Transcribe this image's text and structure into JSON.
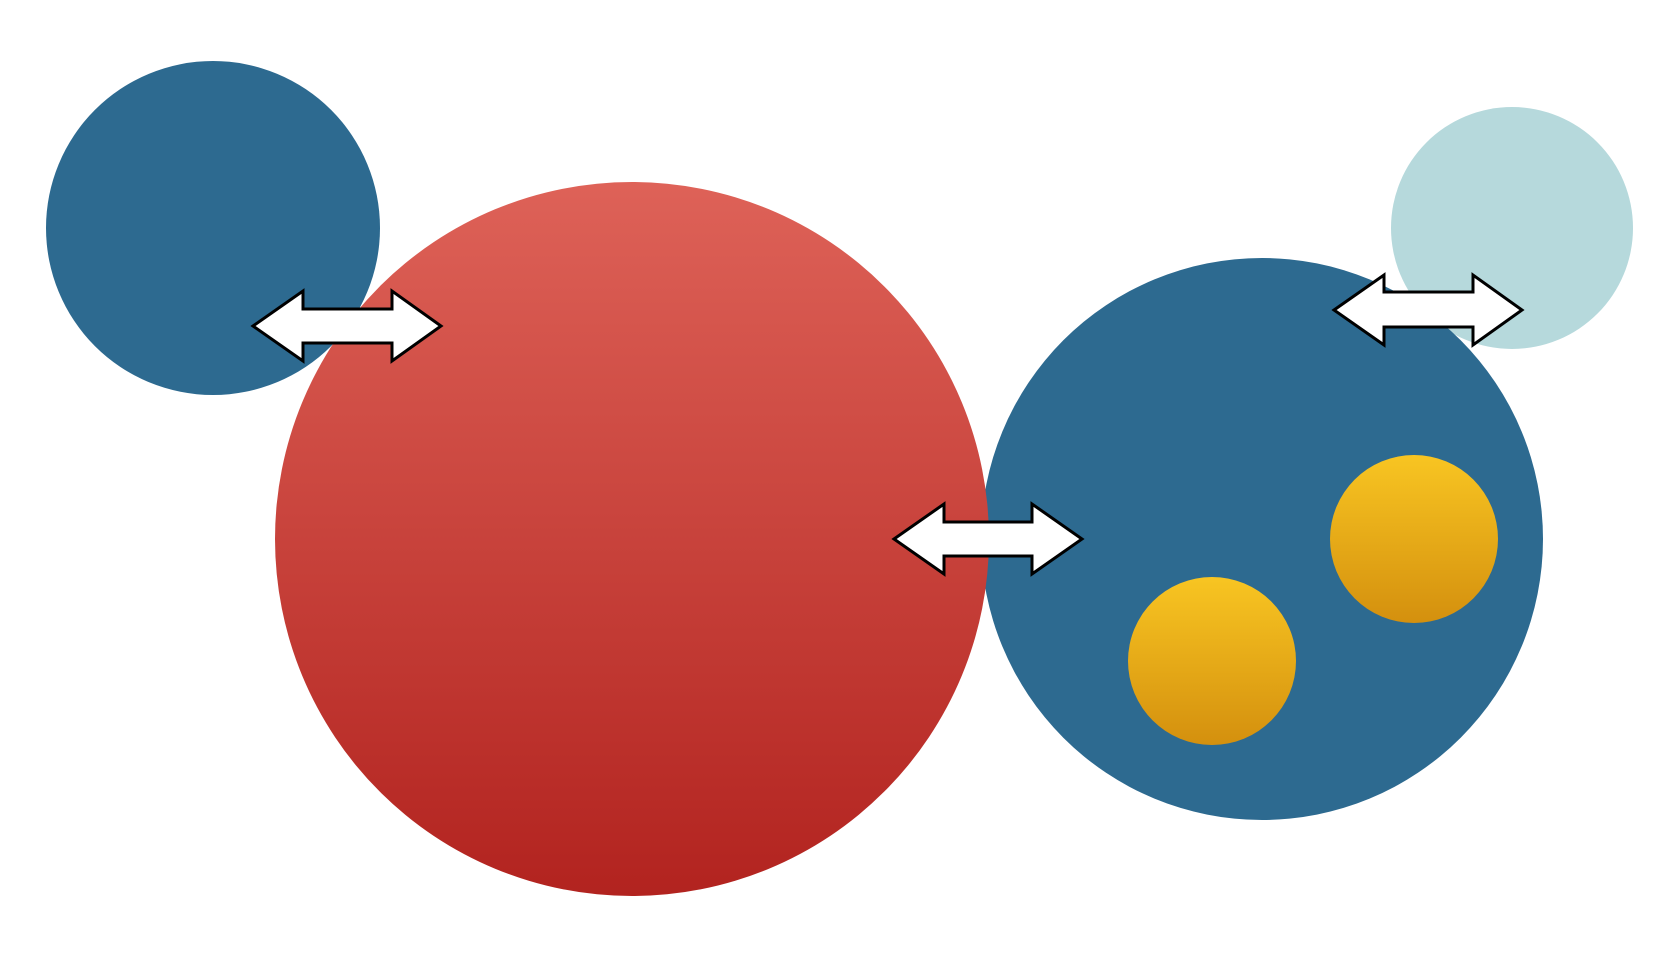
{
  "diagram": {
    "colors": {
      "background": "#ffffff",
      "blue": "#2d6a90",
      "light_blue": "#b6d9dc",
      "red_top": "#de6258",
      "red_bottom": "#b2231f",
      "gold_top": "#f8c522",
      "gold_bottom": "#d4900e",
      "arrow_fill": "#ffffff",
      "arrow_stroke": "#000000"
    },
    "circles": [
      {
        "name": "small-blue-circle",
        "fill": "blue"
      },
      {
        "name": "large-red-circle",
        "fill": "red-gradient"
      },
      {
        "name": "large-blue-circle",
        "fill": "blue"
      },
      {
        "name": "light-blue-circle",
        "fill": "light_blue"
      },
      {
        "name": "gold-circle-upper",
        "fill": "gold-gradient"
      },
      {
        "name": "gold-circle-lower",
        "fill": "gold-gradient"
      }
    ],
    "connectors": [
      {
        "name": "double-arrow-left",
        "type": "double-arrow"
      },
      {
        "name": "double-arrow-center",
        "type": "double-arrow"
      },
      {
        "name": "double-arrow-right",
        "type": "double-arrow"
      }
    ]
  }
}
